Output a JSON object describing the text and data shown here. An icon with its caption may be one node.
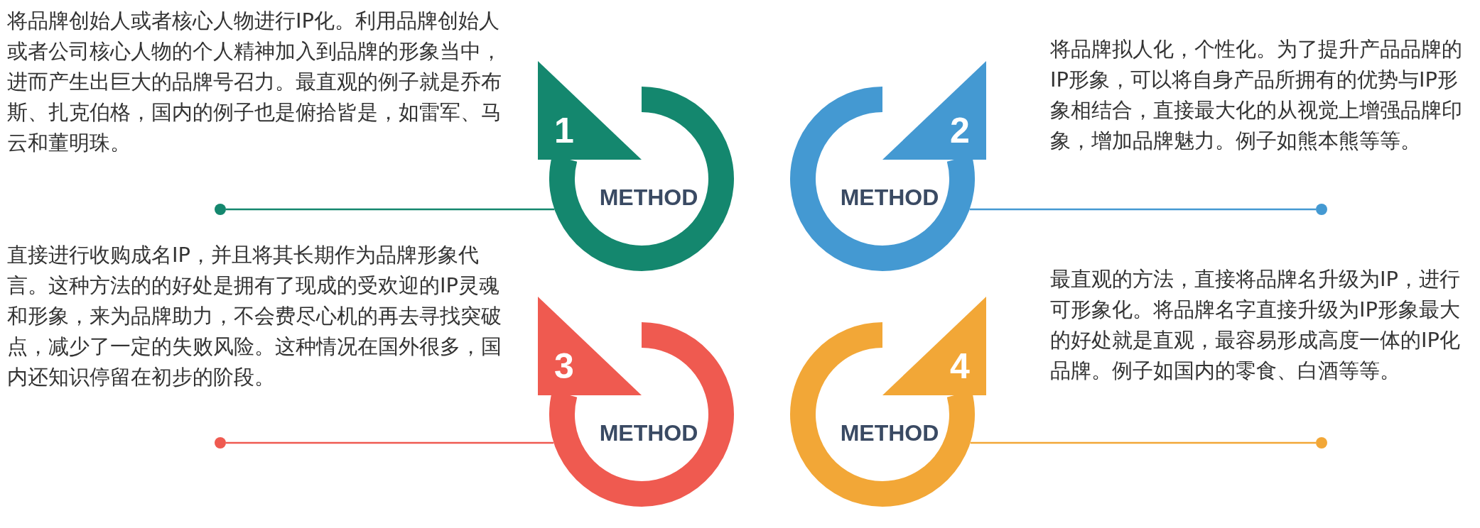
{
  "diagram": {
    "nodes": [
      {
        "text": [],
        "shape": "circle"
      },
      {
        "text": [
          "1",
          "METHOD"
        ],
        "beside": [
          "将品牌创始人或者核心人物进行IP化。利用品牌创始人或者公司核心人物的个人精神加入到品牌的形象当中，进而产生出巨大的品牌号召力。最直观的例子就是乔布斯、扎克伯格，国内的例子也是俯拾皆是，如雷军、马云和董明珠。"
        ]
      },
      {
        "text": [
          "2",
          "METHOD"
        ],
        "beside": [
          "将品牌拟人化，个性化。为了提升产品品牌的IP形象，可以将自身产品所拥有的优势与IP形象相结合，直接最大化的从视觉上增强品牌印象，增加品牌魅力。例子如熊本熊等等。"
        ]
      },
      {
        "text": [],
        "shape": "circle"
      },
      {
        "text": [],
        "shape": "circle"
      },
      {
        "text": [
          "3",
          "METHOD"
        ],
        "beside": [
          "直接进行收购成名IP，并且将其长期作为品牌形象代言。这种方法的的好处是拥有了现成的受欢迎的IP灵魂和形象，来为品牌助力，不会费尽心机的再去寻找突破点，减少了一定的失败风险。这种情况在国外很多，国内还知识停留在初步的阶段。"
        ]
      },
      {
        "text": [
          "4",
          "METHOD"
        ],
        "beside": [
          "最直观的方法，直接将品牌名升级为IP，进行可形象化。将品牌名字直接升级为IP形象最大的好处就是直观，最容易形成高度一体的IP化品牌。例子如国内的零食、白酒等等。"
        ]
      },
      {
        "text": [],
        "shape": "circle"
      }
    ],
    "edges": [
      {
        "from": 1,
        "to": 0,
        "arrow": "none",
        "color": "#14876e"
      },
      {
        "from": 2,
        "to": 3,
        "arrow": "none",
        "color": "#4499d2"
      },
      {
        "from": 5,
        "to": 4,
        "arrow": "none",
        "color": "#ef5a50"
      },
      {
        "from": 6,
        "to": 7,
        "arrow": "none",
        "color": "#f2a737"
      }
    ]
  }
}
